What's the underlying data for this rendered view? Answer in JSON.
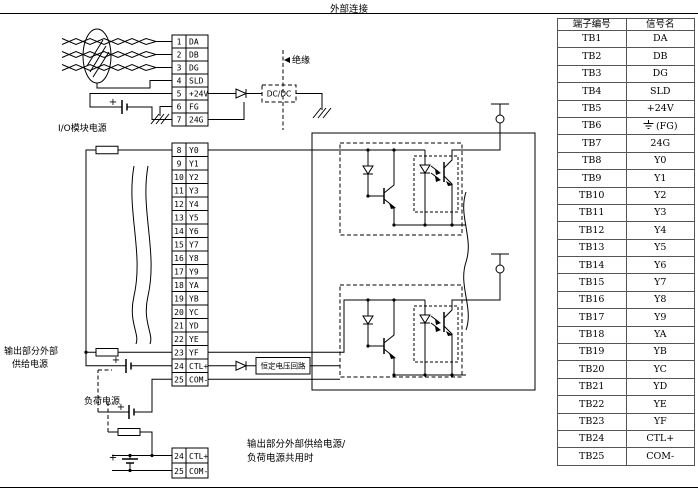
{
  "title": "外部连接",
  "diagram": {
    "labels": {
      "insulation": "绝缘",
      "dcdc": "DC/DC",
      "io_power": "I/O模块电源",
      "out_ext_1": "输出部分外部",
      "out_ext_2": "供给电源",
      "load_power": "负荷电源",
      "cv_circuit": "恒定电压回路",
      "shared_1": "输出部分外部供给电源/",
      "shared_2": "负荷电源共用时",
      "plus": "+"
    },
    "terminal_block_comm": {
      "rows": [
        {
          "n": "1",
          "s": "DA"
        },
        {
          "n": "2",
          "s": "DB"
        },
        {
          "n": "3",
          "s": "DG"
        },
        {
          "n": "4",
          "s": "SLD"
        },
        {
          "n": "5",
          "s": "+24V"
        },
        {
          "n": "6",
          "s": "FG"
        },
        {
          "n": "7",
          "s": "24G"
        }
      ]
    },
    "terminal_block_output": {
      "rows": [
        {
          "n": "8",
          "s": "Y0"
        },
        {
          "n": "9",
          "s": "Y1"
        },
        {
          "n": "10",
          "s": "Y2"
        },
        {
          "n": "11",
          "s": "Y3"
        },
        {
          "n": "12",
          "s": "Y4"
        },
        {
          "n": "13",
          "s": "Y5"
        },
        {
          "n": "14",
          "s": "Y6"
        },
        {
          "n": "15",
          "s": "Y7"
        },
        {
          "n": "16",
          "s": "Y8"
        },
        {
          "n": "17",
          "s": "Y9"
        },
        {
          "n": "18",
          "s": "YA"
        },
        {
          "n": "19",
          "s": "YB"
        },
        {
          "n": "20",
          "s": "YC"
        },
        {
          "n": "21",
          "s": "YD"
        },
        {
          "n": "22",
          "s": "YE"
        },
        {
          "n": "23",
          "s": "YF"
        },
        {
          "n": "24",
          "s": "CTL+"
        },
        {
          "n": "25",
          "s": "COM-"
        }
      ]
    },
    "terminal_block_shared": {
      "rows": [
        {
          "n": "24",
          "s": "CTL+"
        },
        {
          "n": "25",
          "s": "COM-"
        }
      ]
    }
  },
  "signal_table": {
    "headers": [
      "端子编号",
      "信号名"
    ],
    "icons": {
      "tb6_signal": "earth-ground-icon"
    },
    "rows": [
      {
        "t": "TB1",
        "s": "DA"
      },
      {
        "t": "TB2",
        "s": "DB"
      },
      {
        "t": "TB3",
        "s": "DG"
      },
      {
        "t": "TB4",
        "s": "SLD"
      },
      {
        "t": "TB5",
        "s": "+24V"
      },
      {
        "t": "TB6",
        "s": "(FG)"
      },
      {
        "t": "TB7",
        "s": "24G"
      },
      {
        "t": "TB8",
        "s": "Y0"
      },
      {
        "t": "TB9",
        "s": "Y1"
      },
      {
        "t": "TB10",
        "s": "Y2"
      },
      {
        "t": "TB11",
        "s": "Y3"
      },
      {
        "t": "TB12",
        "s": "Y4"
      },
      {
        "t": "TB13",
        "s": "Y5"
      },
      {
        "t": "TB14",
        "s": "Y6"
      },
      {
        "t": "TB15",
        "s": "Y7"
      },
      {
        "t": "TB16",
        "s": "Y8"
      },
      {
        "t": "TB17",
        "s": "Y9"
      },
      {
        "t": "TB18",
        "s": "YA"
      },
      {
        "t": "TB19",
        "s": "YB"
      },
      {
        "t": "TB20",
        "s": "YC"
      },
      {
        "t": "TB21",
        "s": "YD"
      },
      {
        "t": "TB22",
        "s": "YE"
      },
      {
        "t": "TB23",
        "s": "YF"
      },
      {
        "t": "TB24",
        "s": "CTL+"
      },
      {
        "t": "TB25",
        "s": "COM-"
      }
    ]
  }
}
